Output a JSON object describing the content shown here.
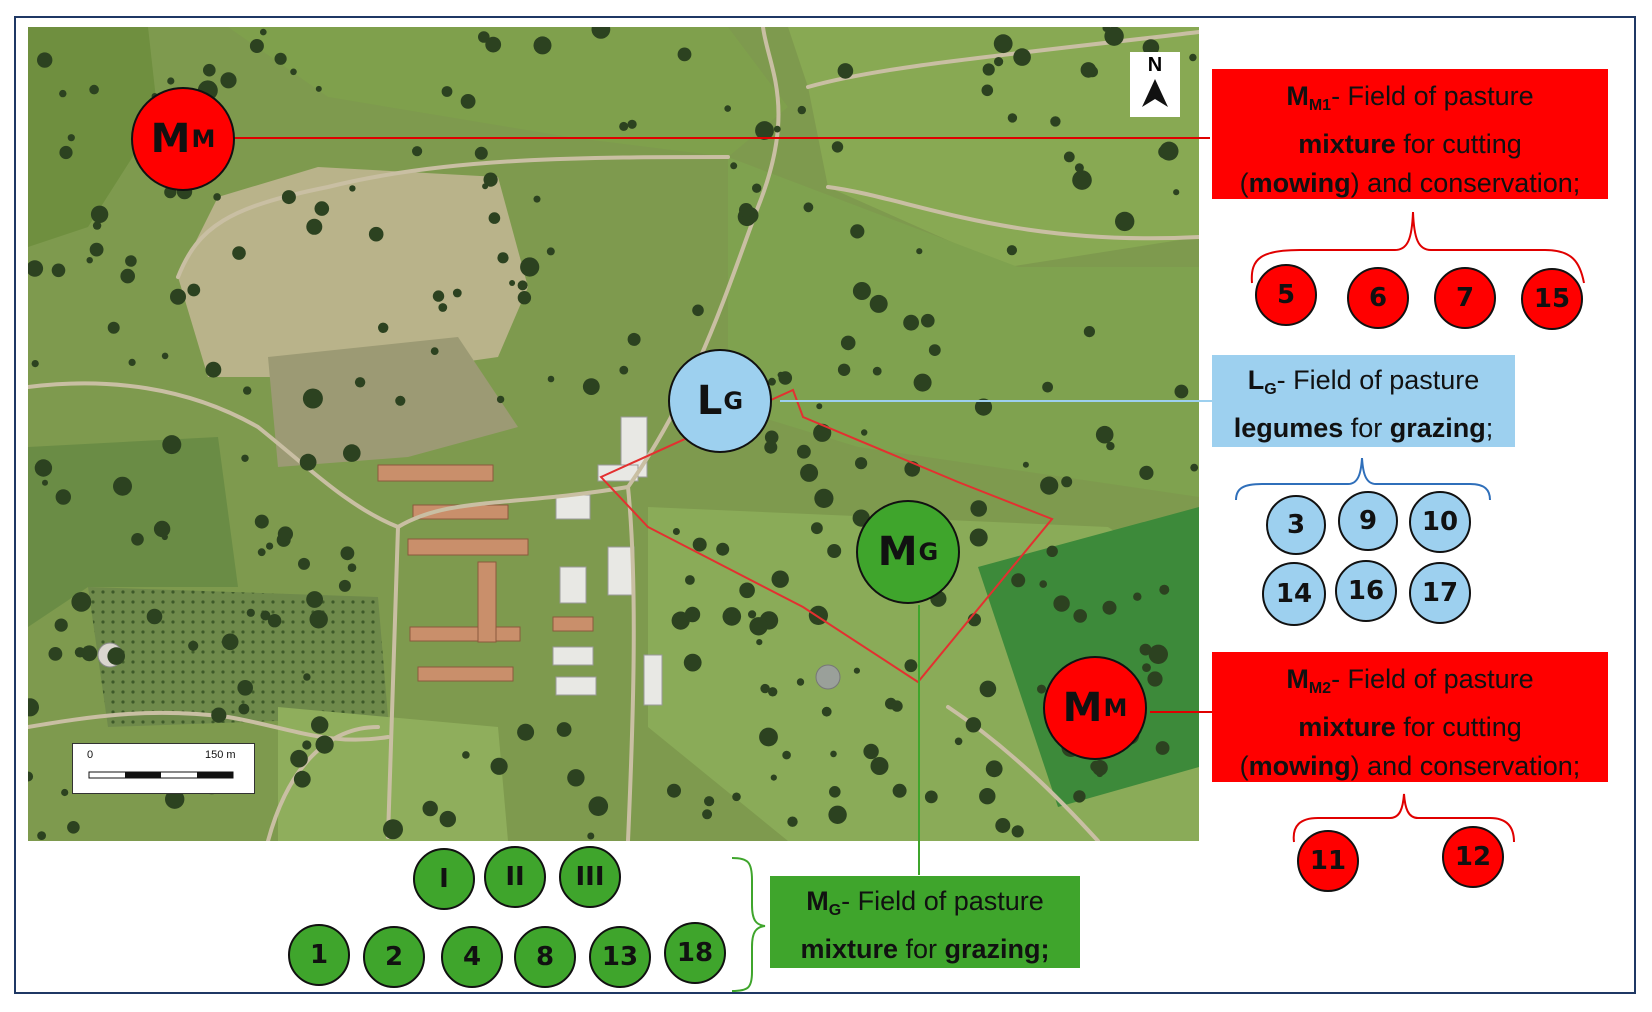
{
  "map": {
    "north_label": "N",
    "scale": {
      "start": "0",
      "end": "150 m"
    }
  },
  "colors": {
    "mowing": "#ff0000",
    "legumes": "#9dd0ef",
    "grazing": "#3fa52c",
    "frame": "#1f3864"
  },
  "markers": {
    "mm_top": {
      "main": "M",
      "sub": "M"
    },
    "lg": {
      "main": "L",
      "sub": "G"
    },
    "mg": {
      "main": "M",
      "sub": "G"
    },
    "mm_bottom": {
      "main": "M",
      "sub": "M"
    }
  },
  "legend": {
    "mm1": {
      "sym_main": "M",
      "sym_sub": "M1",
      "line1_rest": "- Field of pasture",
      "line2_bold": "mixture",
      "line2_rest": " for cutting",
      "line3_open": "(",
      "line3_bold": "mowing",
      "line3_rest": ") and conservation;",
      "plots": [
        "5",
        "6",
        "7",
        "15"
      ]
    },
    "lg": {
      "sym_main": "L",
      "sym_sub": "G",
      "line1_rest": "- Field of pasture",
      "line2_bold": "legumes",
      "line2_mid": " for ",
      "line2_bold2": "grazing",
      "line2_end": ";",
      "plots_row1": [
        "3",
        "9",
        "10"
      ],
      "plots_row2": [
        "14",
        "16",
        "17"
      ]
    },
    "mm2": {
      "sym_main": "M",
      "sym_sub": "M2",
      "line1_rest": "- Field of pasture",
      "line2_bold": "mixture",
      "line2_rest": " for cutting",
      "line3_open": "(",
      "line3_bold": "mowing",
      "line3_rest": ") and conservation;",
      "plots": [
        "11",
        "12"
      ]
    },
    "mg": {
      "sym_main": "M",
      "sym_sub": "G",
      "line1_rest": "- Field of pasture",
      "line2_bold": "mixture",
      "line2_mid": " for ",
      "line2_bold2": "grazing;",
      "plots_row1": [
        "I",
        "II",
        "III"
      ],
      "plots_row2": [
        "1",
        "2",
        "4",
        "8",
        "13",
        "18"
      ]
    }
  }
}
